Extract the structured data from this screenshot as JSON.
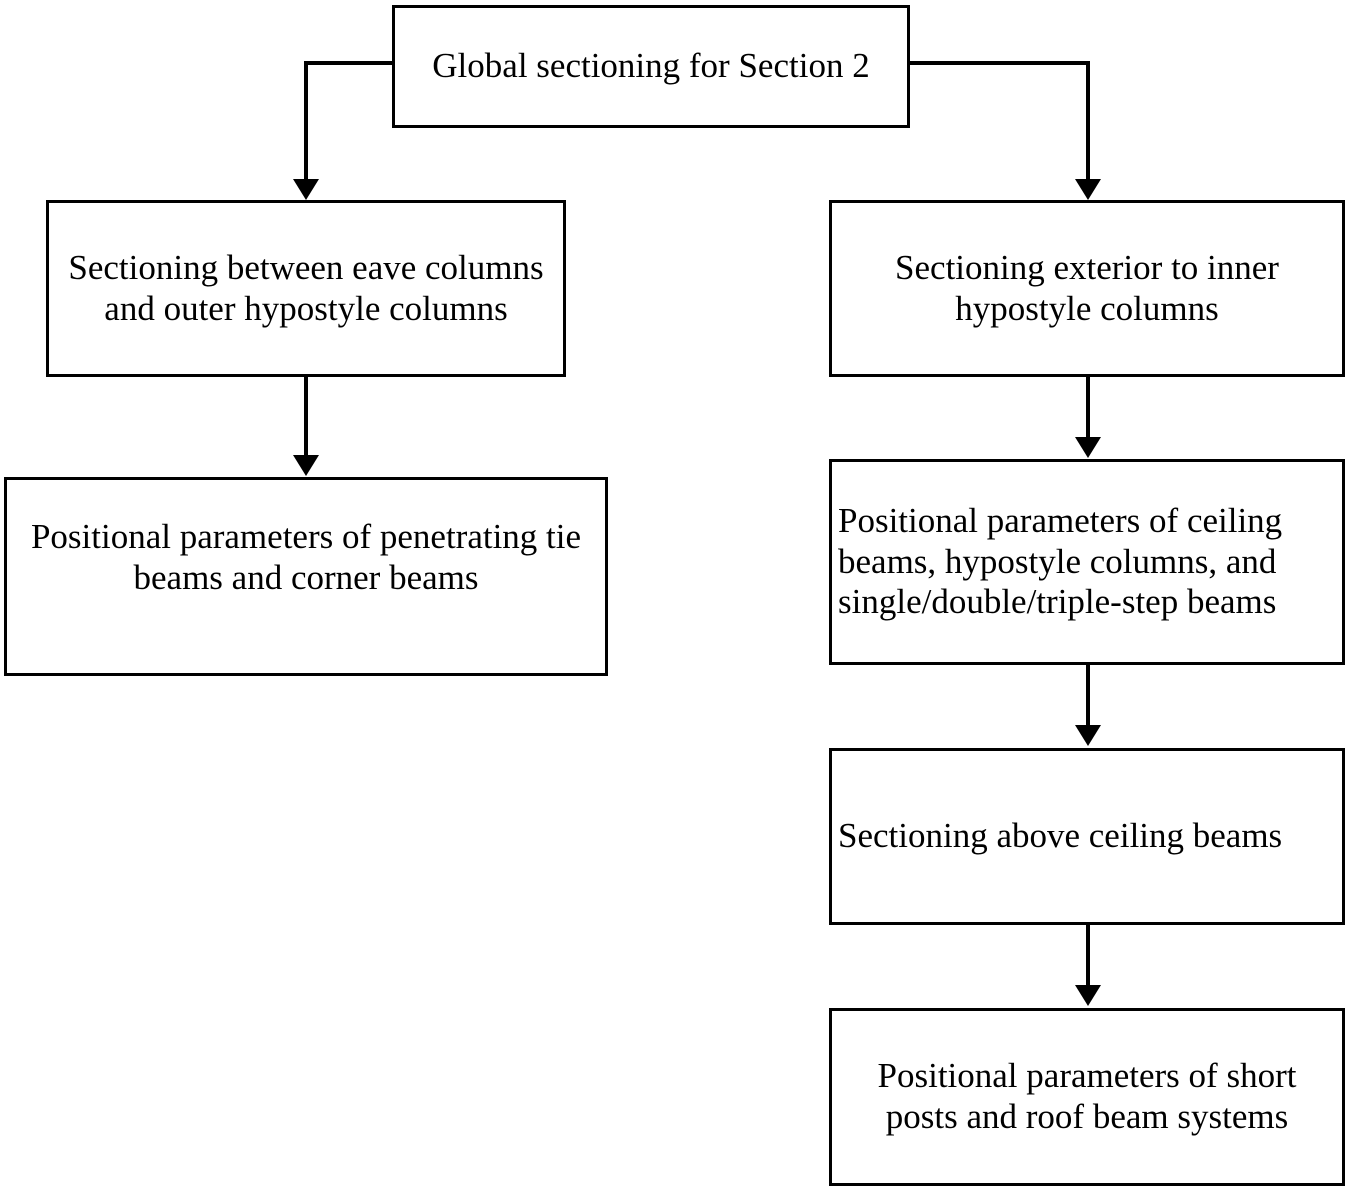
{
  "diagram": {
    "title_node": {
      "id": "global-sectioning",
      "label": "Global sectioning for Section 2"
    },
    "left_branch": [
      {
        "id": "sectioning-eave-outer-hypostyle",
        "label": "Sectioning between eave columns and outer hypostyle columns"
      },
      {
        "id": "positional-penetrating-tie-corner-beams",
        "label": "Positional parameters of penetrating tie beams and corner beams"
      }
    ],
    "right_branch": [
      {
        "id": "sectioning-exterior-inner-hypostyle",
        "label": "Sectioning exterior to inner hypostyle columns"
      },
      {
        "id": "positional-ceiling-beams-hypostyle-step-beams",
        "label": "Positional parameters of ceiling beams, hypostyle columns, and single/double/triple-step beams"
      },
      {
        "id": "sectioning-above-ceiling-beams",
        "label": "Sectioning above ceiling beams"
      },
      {
        "id": "positional-short-posts-roof-beam-systems",
        "label": "Positional parameters of short posts and roof beam systems"
      }
    ],
    "colors": {
      "stroke": "#000000",
      "fill": "#ffffff",
      "text": "#000000"
    }
  }
}
